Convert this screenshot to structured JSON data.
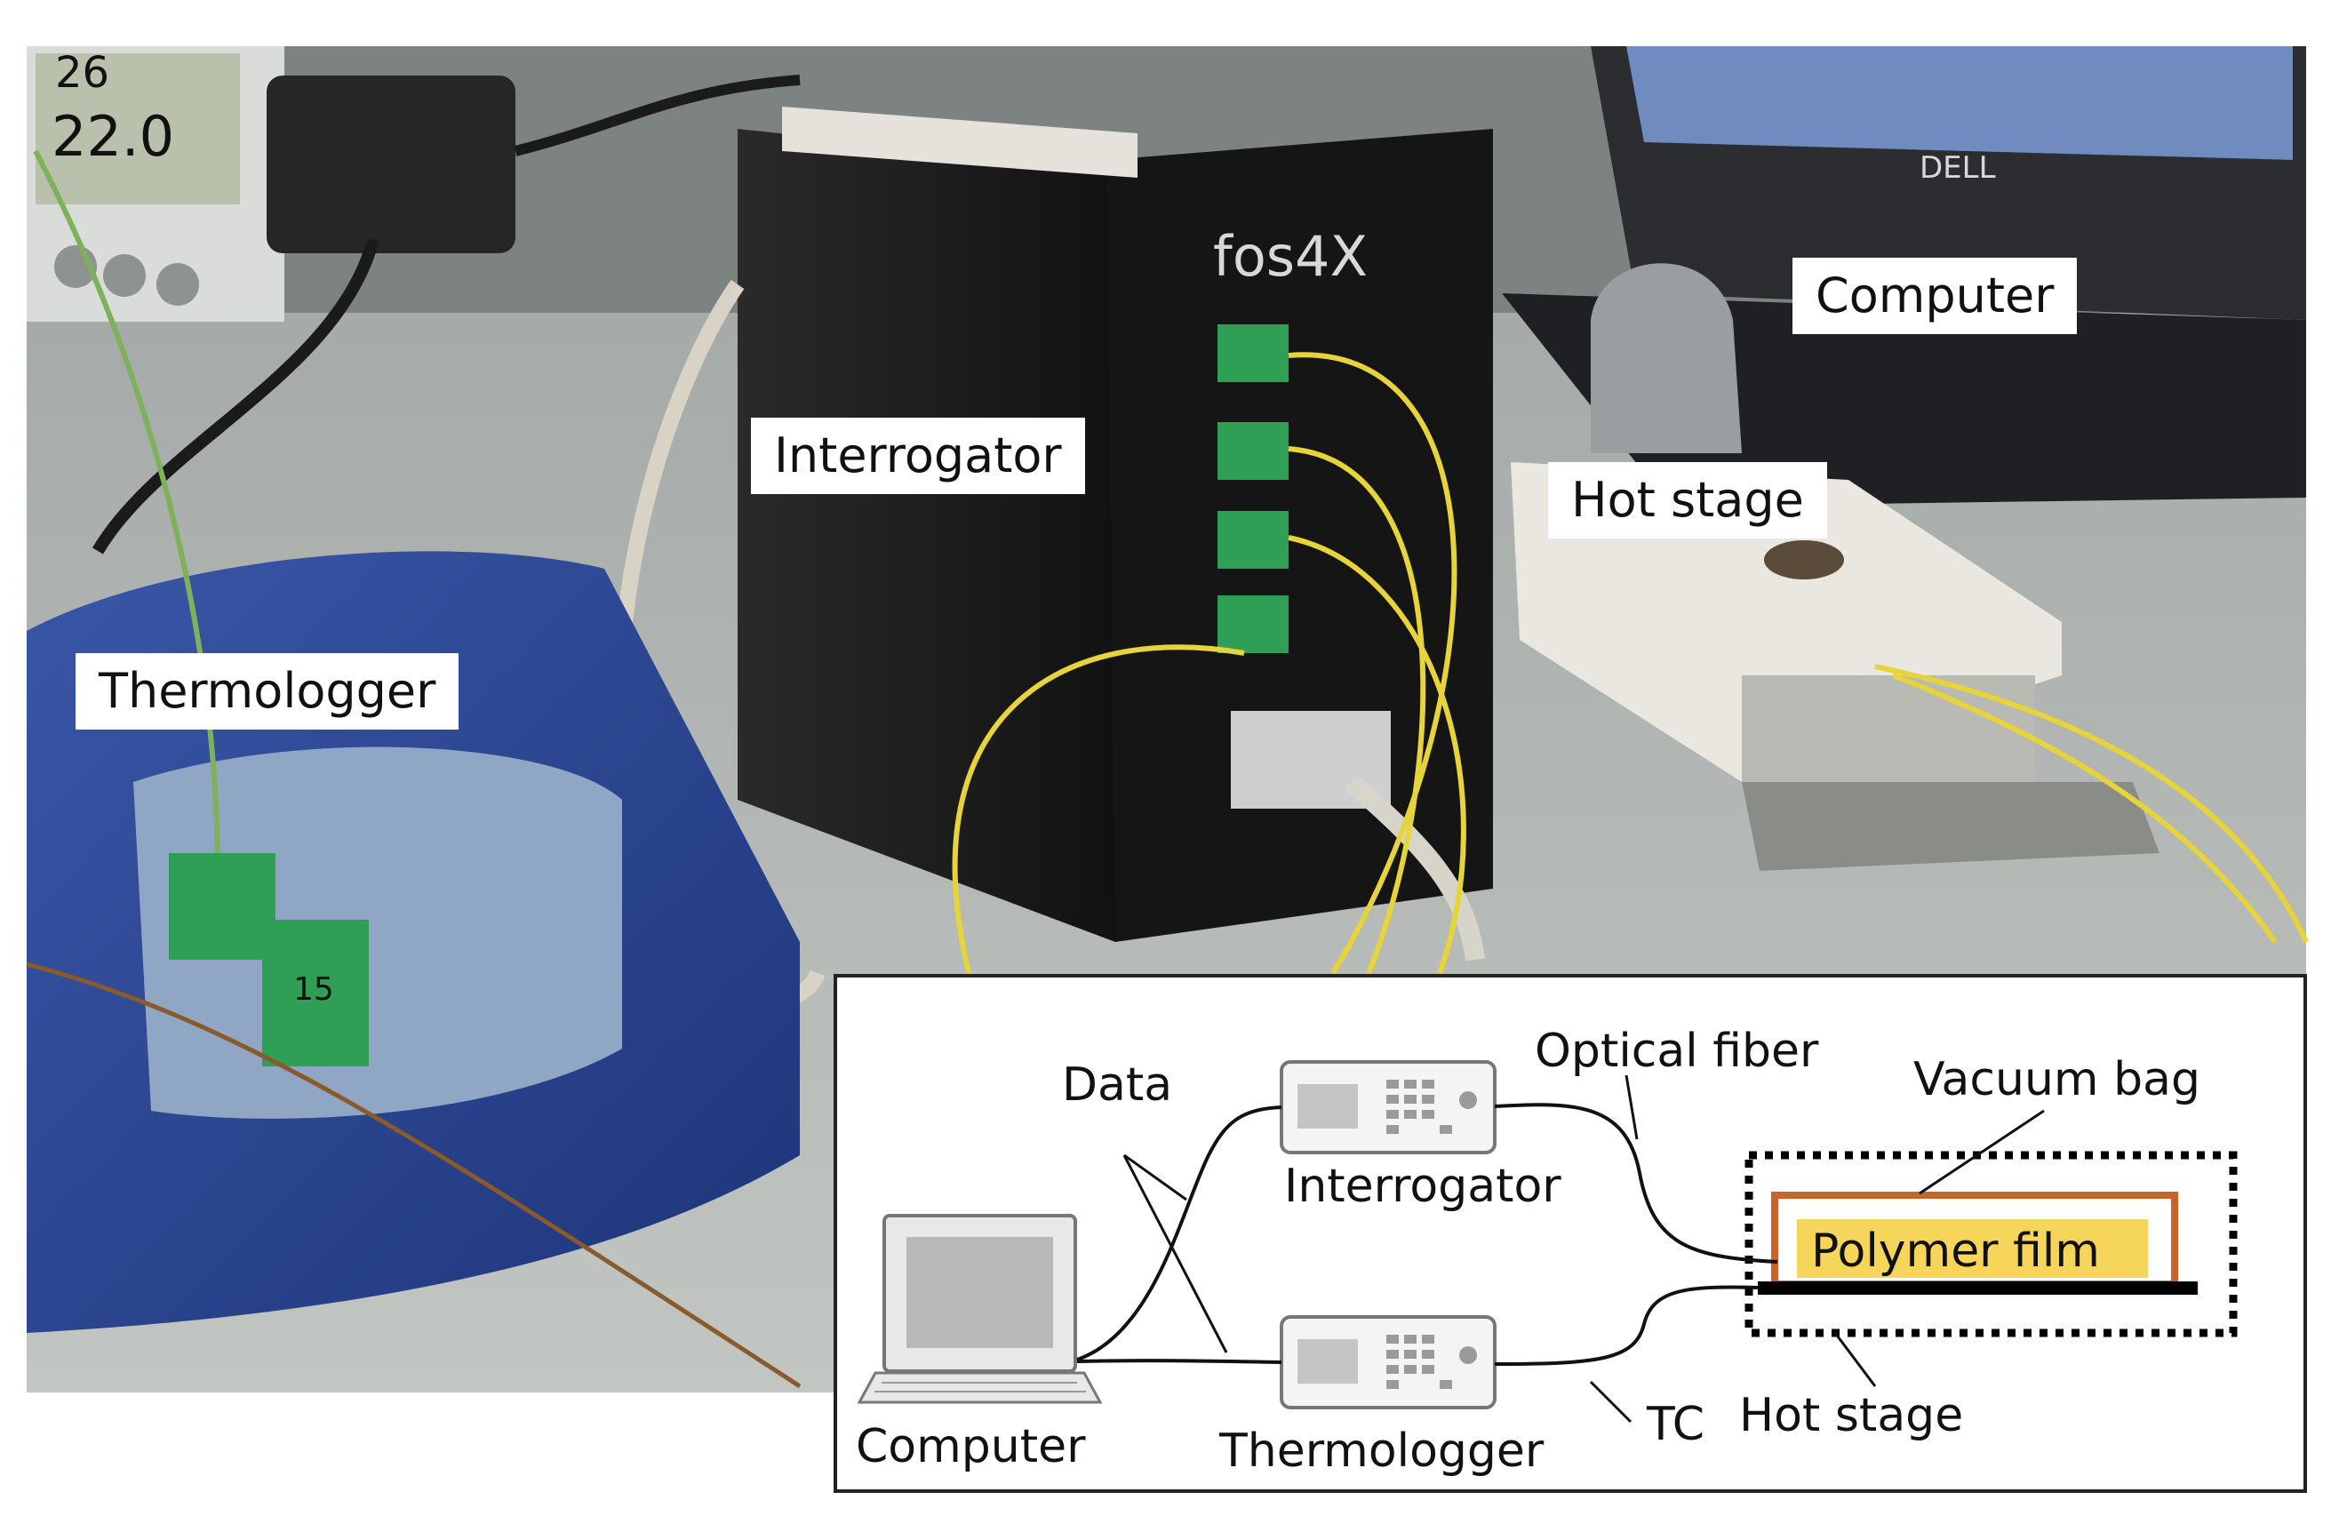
{
  "photo": {
    "labels": {
      "computer": "Computer",
      "interrogator": "Interrogator",
      "hot_stage": "Hot stage",
      "thermologger": "Thermologger"
    },
    "device_marks": {
      "interrogator_brand": "fos4X",
      "meter_reading_top": "26",
      "meter_reading_bottom": "22.0",
      "laptop_brand": "DELL",
      "connector_reading": "15"
    }
  },
  "schematic": {
    "labels": {
      "data": "Data",
      "optical_fiber": "Optical fiber",
      "vacuum_bag": "Vacuum bag",
      "interrogator": "Interrogator",
      "polymer_film": "Polymer film",
      "computer": "Computer",
      "thermologger": "Thermologger",
      "tc": "TC",
      "hot_stage": "Hot stage"
    },
    "colors": {
      "vacuum_bag": "#c8642a",
      "polymer_film": "#f6d55b",
      "hot_stage_plate": "#000000"
    }
  },
  "colors": {
    "fiber": "#e7d43a",
    "connector": "#2f9f55",
    "thermologger_body": "#27418f",
    "interrogator_body": "#1a1a1a"
  }
}
